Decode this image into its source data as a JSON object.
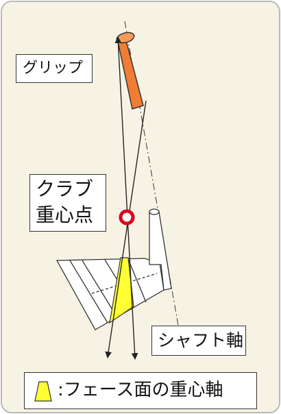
{
  "labels": {
    "grip": "グリップ",
    "club_cg_line1": "クラブ",
    "club_cg_line2": "重心点",
    "shaft_axis": "シャフト軸"
  },
  "legend": {
    "text": ":フェース面の重心軸"
  },
  "colors": {
    "panel_background": "#f7f3e4",
    "grip_fill": "#f07d33",
    "face_cg_fill": "#ffff33",
    "cg_marker": "#d9001b",
    "line": "#222222"
  },
  "icons": {
    "cg_marker": "red-ring-icon",
    "legend_swatch": "yellow-trapezoid-icon"
  }
}
